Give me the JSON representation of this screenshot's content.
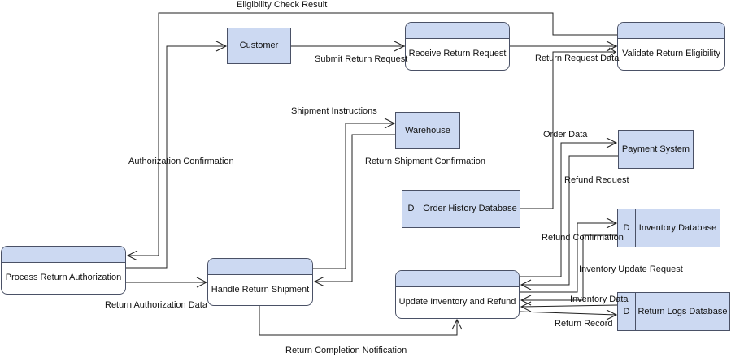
{
  "diagram": {
    "entities": {
      "customer": {
        "label": "Customer"
      },
      "warehouse": {
        "label": "Warehouse"
      },
      "payment_system": {
        "label": "Payment System"
      }
    },
    "processes": {
      "receive_return_request": {
        "label": "Receive Return Request"
      },
      "validate_return_eligibility": {
        "label": "Validate Return Eligibility"
      },
      "process_return_authorization": {
        "label": "Process Return Authorization"
      },
      "handle_return_shipment": {
        "label": "Handle Return Shipment"
      },
      "update_inventory_and_refund": {
        "label": "Update Inventory and Refund"
      }
    },
    "data_stores": {
      "order_history_database": {
        "marker": "D",
        "label": "Order History Database"
      },
      "inventory_database": {
        "marker": "D",
        "label": "Inventory Database"
      },
      "return_logs_database": {
        "marker": "D",
        "label": "Return Logs Database"
      }
    },
    "flows": {
      "submit_return_request": {
        "label": "Submit Return Request",
        "from": "customer",
        "to": "receive_return_request"
      },
      "return_request_data": {
        "label": "Return Request Data",
        "from": "receive_return_request",
        "to": "validate_return_eligibility"
      },
      "eligibility_check_result": {
        "label": "Eligibility Check Result",
        "from": "validate_return_eligibility",
        "to": "process_return_authorization"
      },
      "authorization_confirmation": {
        "label": "Authorization Confirmation",
        "from": "process_return_authorization",
        "to": "customer"
      },
      "return_authorization_data": {
        "label": "Return Authorization Data",
        "from": "process_return_authorization",
        "to": "handle_return_shipment"
      },
      "shipment_instructions": {
        "label": "Shipment Instructions",
        "from": "handle_return_shipment",
        "to": "warehouse"
      },
      "return_shipment_confirmation": {
        "label": "Return Shipment Confirmation",
        "from": "warehouse",
        "to": "handle_return_shipment"
      },
      "return_completion_notification": {
        "label": "Return Completion Notification",
        "from": "handle_return_shipment",
        "to": "update_inventory_and_refund"
      },
      "order_data": {
        "label": "Order Data",
        "from": "order_history_database",
        "to": "validate_return_eligibility"
      },
      "refund_request": {
        "label": "Refund Request",
        "from": "update_inventory_and_refund",
        "to": "payment_system"
      },
      "refund_confirmation": {
        "label": "Refund Confirmation",
        "from": "payment_system",
        "to": "update_inventory_and_refund"
      },
      "inventory_update_request": {
        "label": "Inventory Update Request",
        "from": "update_inventory_and_refund",
        "to": "inventory_database"
      },
      "inventory_data": {
        "label": "Inventory Data",
        "from": "inventory_database",
        "to": "update_inventory_and_refund"
      },
      "return_record": {
        "label": "Return Record",
        "from": "update_inventory_and_refund",
        "to": "return_logs_database"
      }
    },
    "colors": {
      "shape_fill": "#ccd9f2",
      "shape_border": "#4a5166",
      "connector": "#1f1f1f",
      "background": "#ffffff",
      "text": "#111111"
    }
  }
}
